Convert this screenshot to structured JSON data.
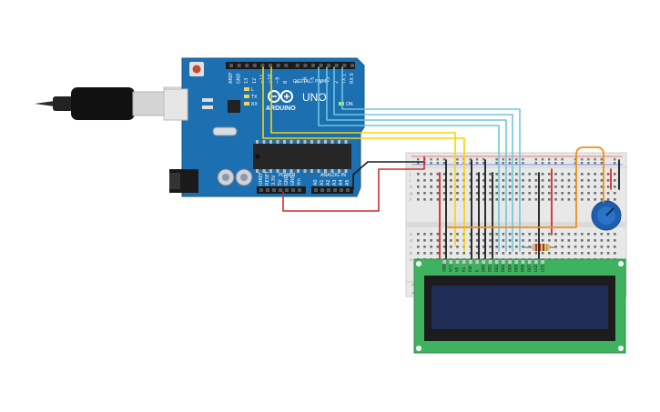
{
  "board": {
    "brand": "ARDUINO",
    "model": "UNO",
    "digital_header": "DIGITAL",
    "pwm_header": "PWM~",
    "power_header": "POWER",
    "analog_header": "ANALOG IN",
    "on_label": "ON",
    "tx_label": "TX",
    "rx_label": "RX",
    "l_label": "L",
    "top_pins": [
      "AREF",
      "GND",
      "13",
      "12",
      "~11",
      "~10",
      "~9",
      "8",
      "7",
      "~6",
      "~5",
      "4",
      "~3",
      "2",
      "TX 1",
      "RX 0"
    ],
    "power_pins": [
      "IOREF",
      "RESET",
      "3.3V",
      "5V",
      "GND",
      "GND",
      "Vin"
    ],
    "analog_pins": [
      "A0",
      "A1",
      "A2",
      "A3",
      "A4",
      "A5"
    ]
  },
  "lcd": {
    "pins": [
      "GND",
      "VCC",
      "V0",
      "RS",
      "RW",
      "E",
      "DB0",
      "DB1",
      "DB2",
      "DB3",
      "DB4",
      "DB5",
      "DB6",
      "DB7",
      "LED",
      "LED"
    ]
  },
  "breadboard": {
    "row_letters": [
      "j",
      "i",
      "h",
      "g",
      "f",
      "e",
      "d",
      "c",
      "b",
      "a"
    ]
  },
  "colors": {
    "board": "#1c6fb0",
    "wire_yellow": "#f5d40a",
    "wire_cyan": "#6ec6dd",
    "wire_black": "#1a1a1a",
    "wire_red": "#d62a2a",
    "wire_orange": "#f09018",
    "lcd_pcb": "#3fb260",
    "lcd_screen": "#1f2c55",
    "potentiometer": "#1d5fae"
  }
}
